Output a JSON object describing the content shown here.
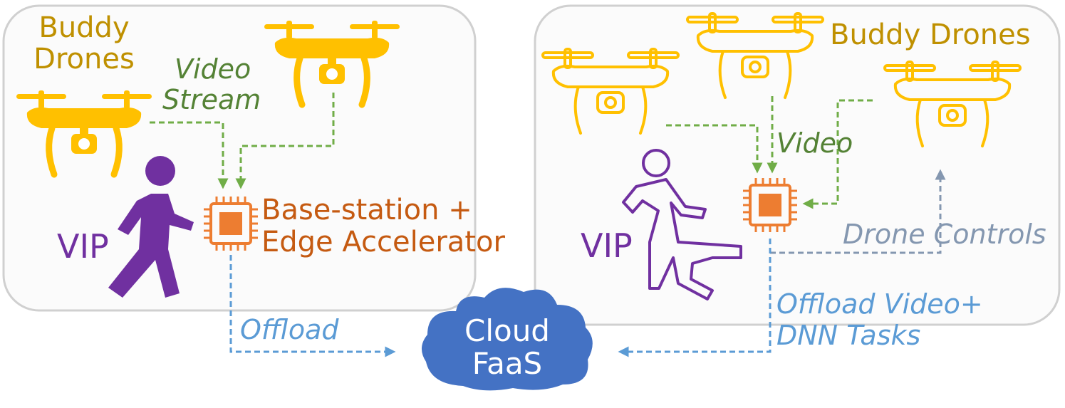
{
  "left_panel": {
    "buddy_label_line1": "Buddy",
    "buddy_label_line2": "Drones",
    "video_label_line1": "Video",
    "video_label_line2": "Stream",
    "vip_label": "VIP",
    "base_label_line1": "Base-station +",
    "base_label_line2": "Edge Accelerator",
    "offload_label": "Offload"
  },
  "cloud": {
    "line1": "Cloud",
    "line2": "FaaS"
  },
  "right_panel": {
    "buddy_label": "Buddy Drones",
    "video_label": "Video",
    "vip_label": "VIP",
    "controls_label": "Drone Controls",
    "offload_line1": "Offload Video+",
    "offload_line2": "DNN Tasks"
  },
  "colors": {
    "drone": "#FFC000",
    "drone_label": "#BF9000",
    "video": "#70AD47",
    "video_label": "#548235",
    "vip": "#7030A0",
    "chip": "#ED7D31",
    "base_label": "#C55A11",
    "offload": "#5B9BD5",
    "cloud": "#4472C4",
    "controls": "#8497B0",
    "panel_border": "#D0D0D0",
    "panel_fill": "#FBFBFB"
  }
}
